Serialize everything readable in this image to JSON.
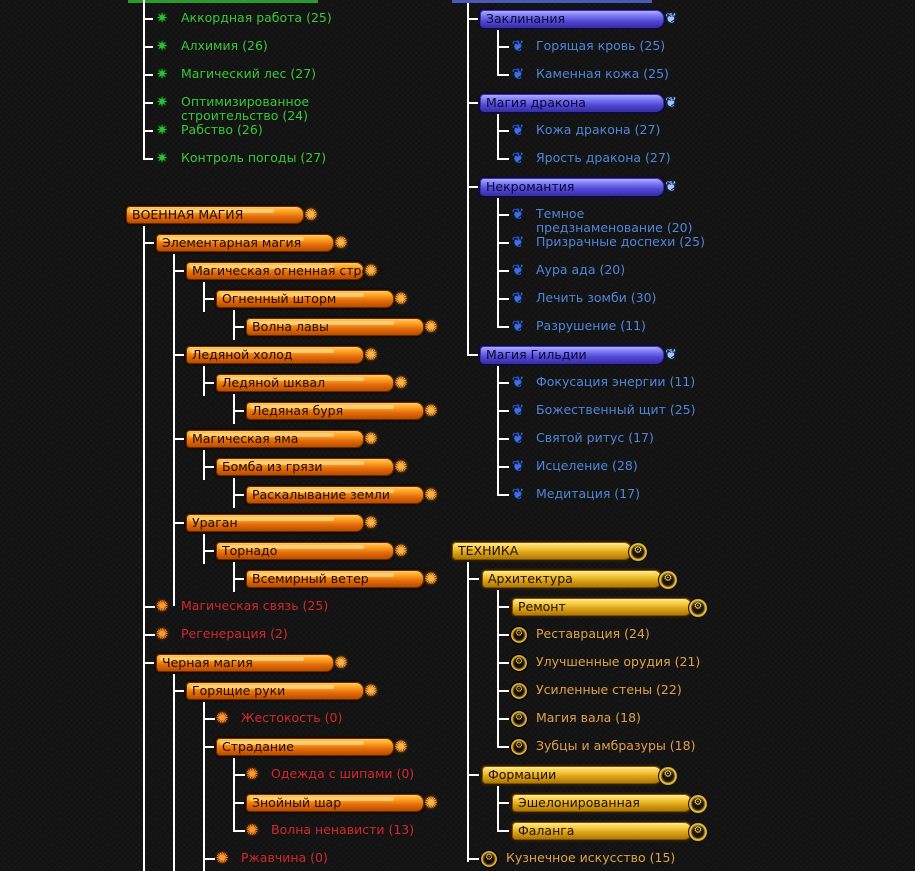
{
  "colors": {
    "orange_banner": "#f08a17",
    "blue_banner": "#5a50e0",
    "gold_banner": "#e6b428",
    "green_text": "#39c93a",
    "blue_text": "#4f86d9",
    "red_text": "#d3292a",
    "tan_text": "#e0a149"
  },
  "icons": {
    "green": "green-star-icon",
    "blue": "blue-wing-icon",
    "red": "flame-icon",
    "tan": "gear-icon"
  },
  "nature": {
    "items": [
      "Аккордная работа (25)",
      "Алхимия (26)",
      "Магический лес (27)",
      "Оптимизированное строительство (24)",
      "Рабство (26)",
      "Контроль погоды (27)"
    ]
  },
  "war_magic": {
    "title": "ВОЕННАЯ МАГИЯ",
    "elemental": "Элементарная магия",
    "fire_arrow": "Магическая огненная стрела",
    "fire_storm": "Огненный шторм",
    "lava_wave": "Волна лавы",
    "ice_cold": "Ледяной холод",
    "ice_squall": "Ледяной шквал",
    "ice_storm": "Ледяная буря",
    "magic_pit": "Магическая яма",
    "mud_bomb": "Бомба из грязи",
    "earth_split": "Раскалывание земли",
    "hurricane": "Ураган",
    "tornado": "Торнадо",
    "world_wind": "Всемирный ветер",
    "magic_link": "Магическая связь (25)",
    "regeneration": "Регенерация (2)",
    "black_magic": "Черная магия",
    "burning_hands": "Горящие руки",
    "cruelty": "Жестокость (0)",
    "suffering": "Страдание",
    "spiked_clothes": "Одежда с шипами (0)",
    "heat_ball": "Знойный шар",
    "hate_wave": "Волна ненависти (13)",
    "rust": "Ржавчина (0)"
  },
  "enchant": {
    "title": "Заклинания",
    "items": [
      "Горящая кровь (25)",
      "Каменная кожа (25)"
    ]
  },
  "dragon": {
    "title": "Магия дракона",
    "items": [
      "Кожа дракона (27)",
      "Ярость дракона (27)"
    ]
  },
  "necro": {
    "title": "Некромантия",
    "items": [
      "Темное предзнаменование (20)",
      "Призрачные доспехи (25)",
      "Аура ада (20)",
      "Лечить зомби (30)",
      "Разрушение (11)"
    ]
  },
  "guild": {
    "title": "Магия Гильдии",
    "items": [
      "Фокусация энергии (11)",
      "Божественный щит (25)",
      "Святой ритус (17)",
      "Исцеление (28)",
      "Медитация (17)"
    ]
  },
  "tech": {
    "title": "ТЕХНИКА",
    "architecture": "Архитектура",
    "repair": "Ремонт",
    "arch_items": [
      "Реставрация (24)",
      "Улучшенные орудия (21)",
      "Усиленные стены (22)",
      "Магия вала (18)",
      "Зубцы и амбразуры (18)"
    ],
    "formations": "Формации",
    "echelon": "Эшелонированная",
    "phalanx": "Фаланга",
    "smithing": "Кузнечное искусство (15)"
  }
}
